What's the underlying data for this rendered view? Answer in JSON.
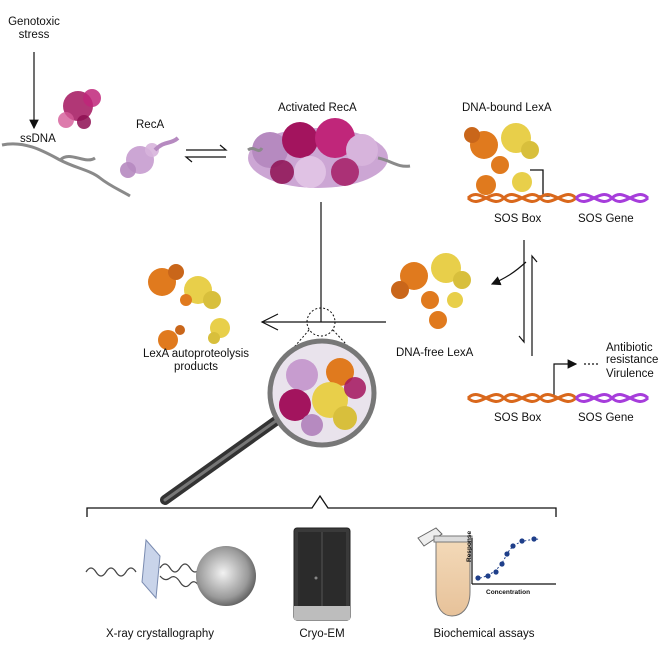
{
  "labels": {
    "genotoxic_stress": "Genotoxic\nstress",
    "ssdna": "ssDNA",
    "reca": "RecA",
    "activated_reca": "Activated RecA",
    "dna_bound_lexa": "DNA-bound LexA",
    "sos_box_top": "SOS Box",
    "sos_gene_top": "SOS Gene",
    "dna_free_lexa": "DNA-free LexA",
    "autoproteolysis": "LexA autoproteolysis\nproducts",
    "antibiotic_resistance": "Antibiotic\nresistance",
    "virulence": "Virulence",
    "sos_box_bottom": "SOS Box",
    "sos_gene_bottom": "SOS Gene"
  },
  "methods": {
    "xray": "X-ray crystallography",
    "cryoem": "Cryo-EM",
    "biochem": "Biochemical assays"
  },
  "plot_axes": {
    "y": "Response",
    "x": "Concentration"
  },
  "colors": {
    "reca_magenta": "#a3145e",
    "reca_light": "#c79ccf",
    "lexa_orange": "#e07a1e",
    "lexa_yellow": "#e8cf4a",
    "dna_orange": "#d9681c",
    "gene_purple": "#a63ddb",
    "arrow": "#111111"
  }
}
